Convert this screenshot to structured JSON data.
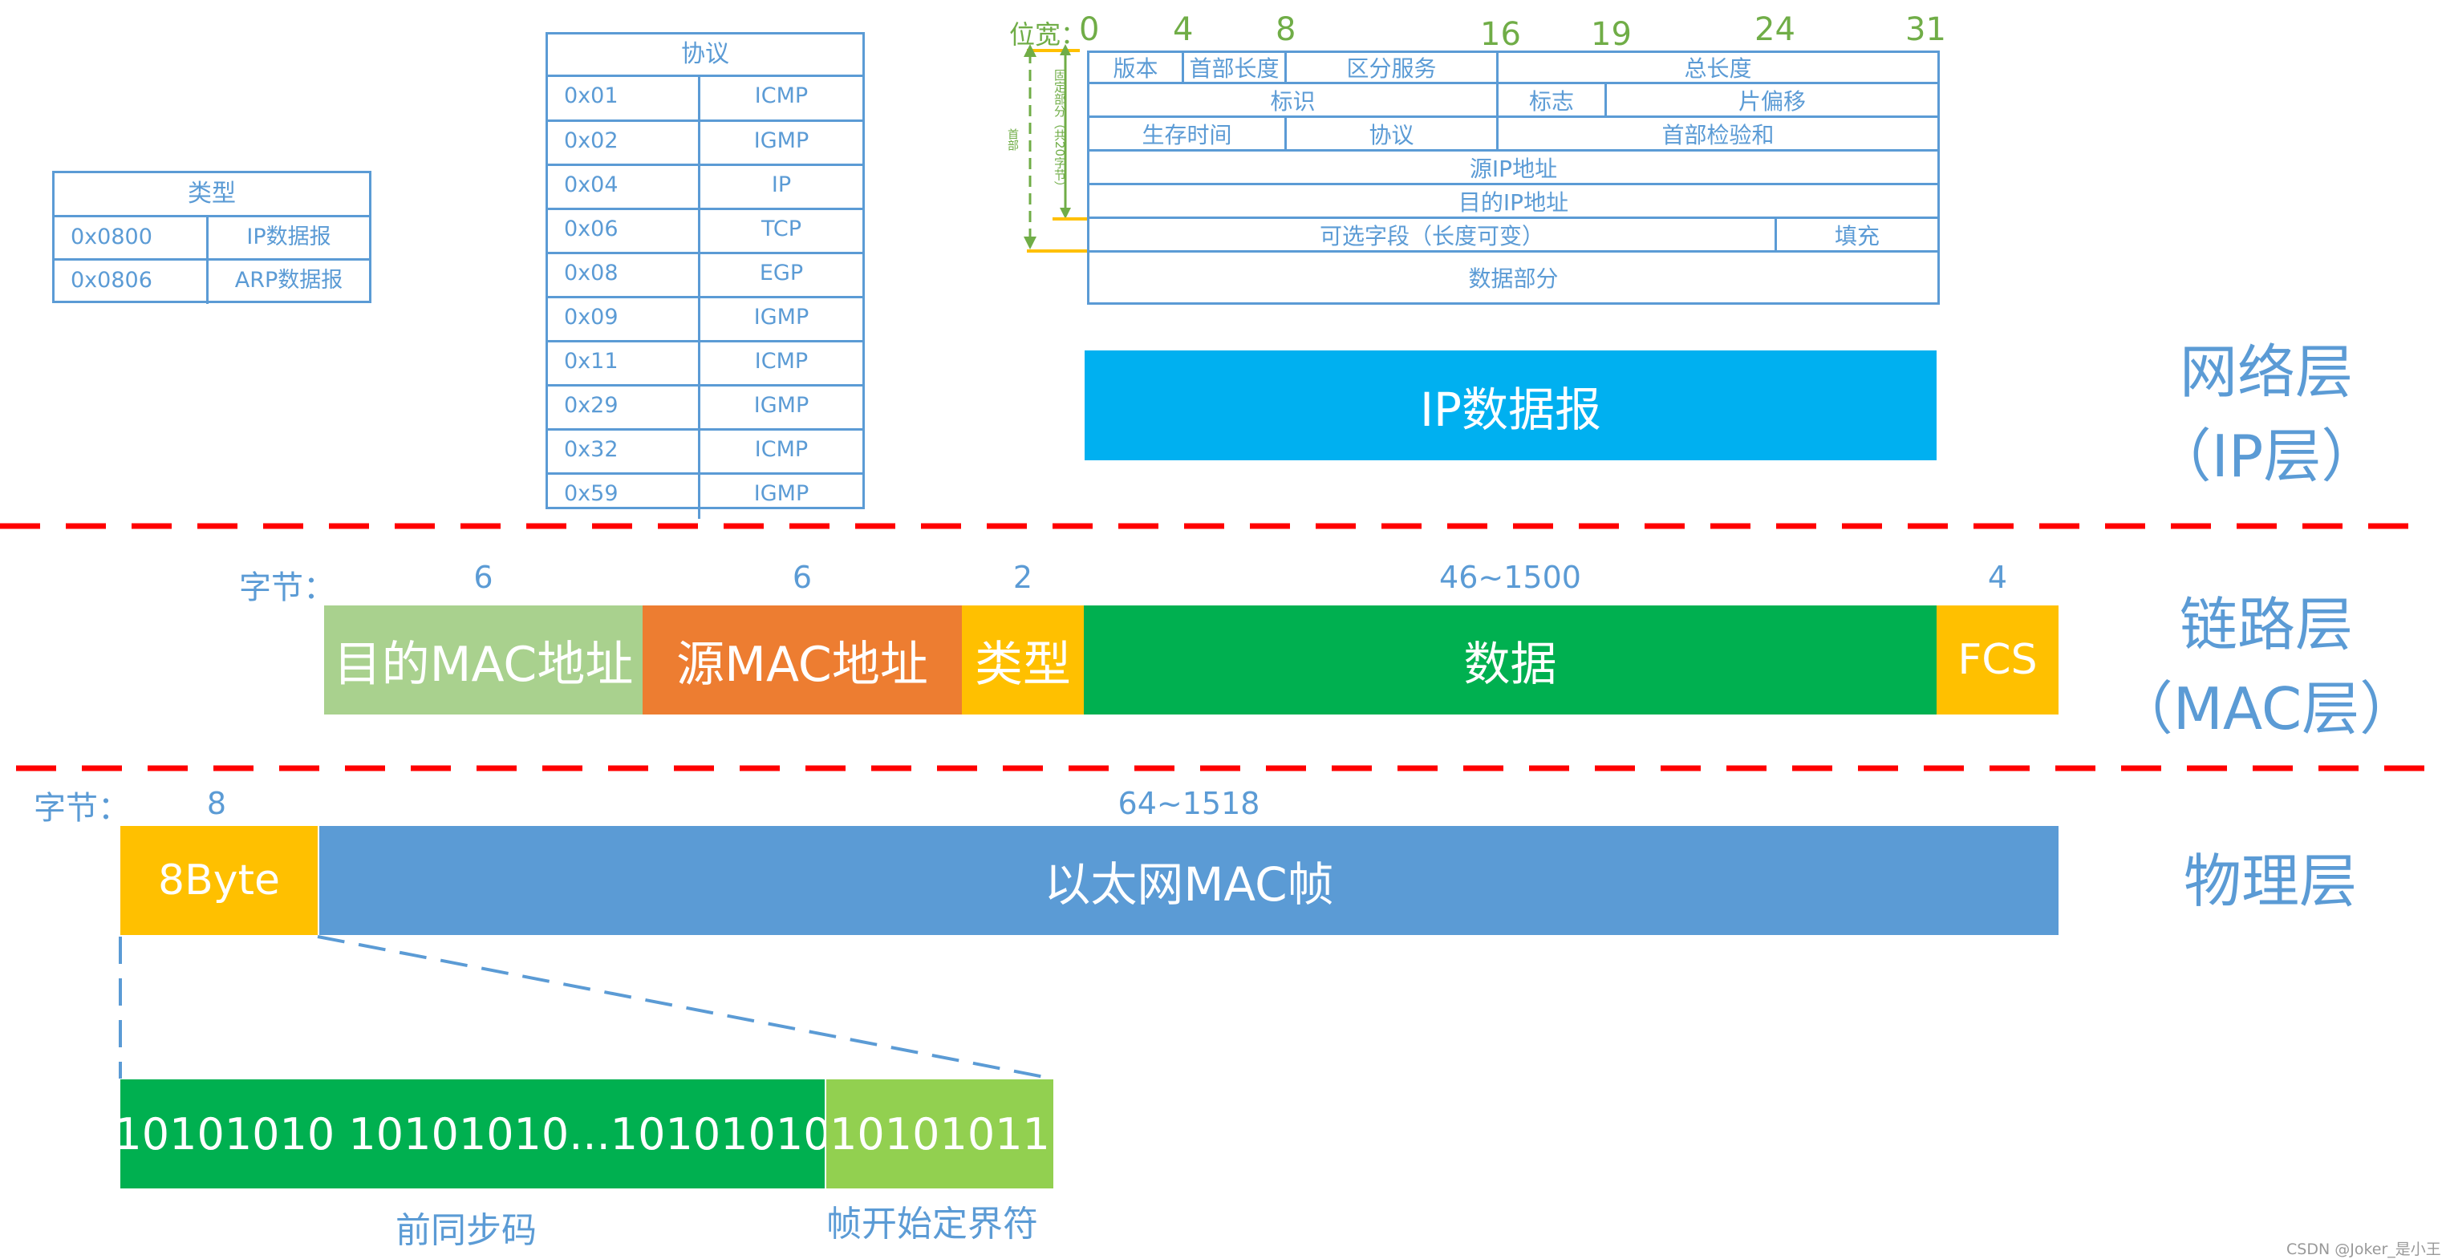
{
  "type_table": {
    "header": "类型",
    "rows": [
      {
        "code": "0x0800",
        "name": "IP数据报"
      },
      {
        "code": "0x0806",
        "name": "ARP数据报"
      }
    ]
  },
  "protocol_table": {
    "header": "协议",
    "rows": [
      {
        "code": "0x01",
        "name": "ICMP"
      },
      {
        "code": "0x02",
        "name": "IGMP"
      },
      {
        "code": "0x04",
        "name": "IP"
      },
      {
        "code": "0x06",
        "name": "TCP"
      },
      {
        "code": "0x08",
        "name": "EGP"
      },
      {
        "code": "0x09",
        "name": "IGMP"
      },
      {
        "code": "0x11",
        "name": "ICMP"
      },
      {
        "code": "0x29",
        "name": "IGMP"
      },
      {
        "code": "0x32",
        "name": "ICMP"
      },
      {
        "code": "0x59",
        "name": "IGMP"
      }
    ]
  },
  "ip_header": {
    "bit_label": "位宽：",
    "bits": [
      "0",
      "4",
      "8",
      "16",
      "19",
      "24",
      "31"
    ],
    "fixed_part_label": "固定部分（共20字节）",
    "header_label": "首部",
    "version": "版本",
    "header_length": "首部长度",
    "service": "区分服务",
    "total_length": "总长度",
    "identification": "标识",
    "flags": "标志",
    "fragment_offset": "片偏移",
    "ttl": "生存时间",
    "protocol": "协议",
    "checksum": "首部检验和",
    "src_ip": "源IP地址",
    "dst_ip": "目的IP地址",
    "options": "可选字段（长度可变）",
    "padding": "填充",
    "data": "数据部分"
  },
  "network_layer": {
    "datagram_label": "IP数据报",
    "layer_name_1": "网络层",
    "layer_name_2": "（IP层）"
  },
  "link_layer": {
    "bytes_label": "字节：",
    "fields": [
      {
        "label": "目的MAC地址",
        "size": "6",
        "color": "#a9d18e"
      },
      {
        "label": "源MAC地址",
        "size": "6",
        "color": "#ed7d31"
      },
      {
        "label": "类型",
        "size": "2",
        "color": "#ffc000"
      },
      {
        "label": "数据",
        "size": "46~1500",
        "color": "#00b050"
      },
      {
        "label": "FCS",
        "size": "4",
        "color": "#ffc000"
      }
    ],
    "layer_name_1": "链路层",
    "layer_name_2": "（MAC层）"
  },
  "physical_layer": {
    "bytes_label": "字节：",
    "preamble_block": {
      "label": "8Byte",
      "size": "8",
      "color": "#ffc000"
    },
    "frame_block": {
      "label": "以太网MAC帧",
      "size": "64~1518",
      "color": "#5b9bd5"
    },
    "layer_name": "物理层",
    "preamble_bits": "10101010 10101010...10101010",
    "sfd_bits": "10101011",
    "preamble_caption": "前同步码",
    "sfd_caption": "帧开始定界符"
  },
  "colors": {
    "accent": "#5b9bd5",
    "ip_datagram": "#00b0f0",
    "separator": "#ff0000",
    "bit_numbers": "#70ad47",
    "preamble_bits": "#00b050",
    "sfd_bits": "#92d050"
  },
  "watermark": "CSDN @Joker_是小王"
}
